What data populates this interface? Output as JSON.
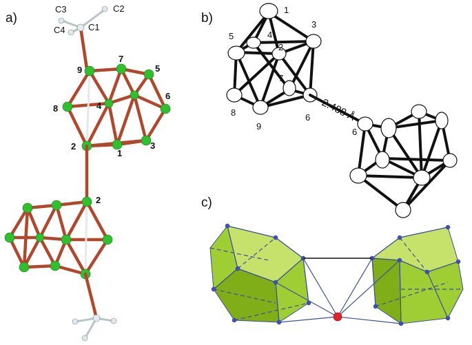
{
  "panels": {
    "a": {
      "label": "a)",
      "atom_labels": {
        "c1": "C1",
        "c2": "C2",
        "c3": "C3",
        "c4": "C4",
        "b9": "9",
        "b7": "7",
        "b5": "5",
        "b8": "8",
        "b4": "4",
        "b6": "6",
        "b2": "2",
        "b1": "1",
        "b3": "3",
        "b2_lower": "2"
      }
    },
    "b": {
      "label": "b)",
      "atom_labels": {
        "b1": "1",
        "b3": "3",
        "b5": "5",
        "b4": "4",
        "b2": "2",
        "b7": "7",
        "b8": "8",
        "b9": "9",
        "b6": "6",
        "b6_prime": "6"
      },
      "bond_length": "2.488 Å"
    },
    "c": {
      "label": "c)"
    }
  },
  "colors": {
    "boron": "#2fbf2f",
    "bond_red": "#b2472c",
    "polyhedron_face": "#9fcd34",
    "polyhedron_edge": "#3b4f9e",
    "center_atom": "#e0222a"
  }
}
